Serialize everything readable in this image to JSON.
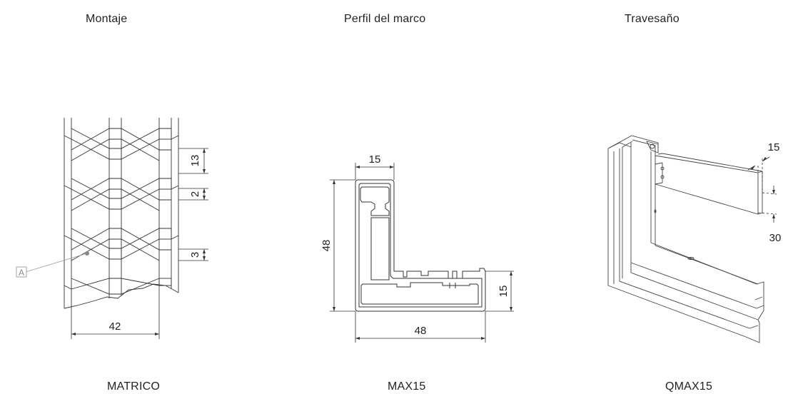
{
  "panels": [
    {
      "title": "Montaje",
      "caption": "MATRICO",
      "dims": {
        "row_height": "13",
        "joint": "2",
        "gap": "3",
        "width": "42"
      },
      "callout": "A"
    },
    {
      "title": "Perfil del marco",
      "caption": "MAX15",
      "dims": {
        "top": "15",
        "height": "48",
        "foot": "15",
        "width": "48"
      }
    },
    {
      "title": "Travesaño",
      "caption": "QMAX15",
      "dims": {
        "depth": "15",
        "height": "30"
      }
    }
  ],
  "colors": {
    "line": "#333333",
    "light_line": "#888888",
    "callout": "#999999"
  }
}
